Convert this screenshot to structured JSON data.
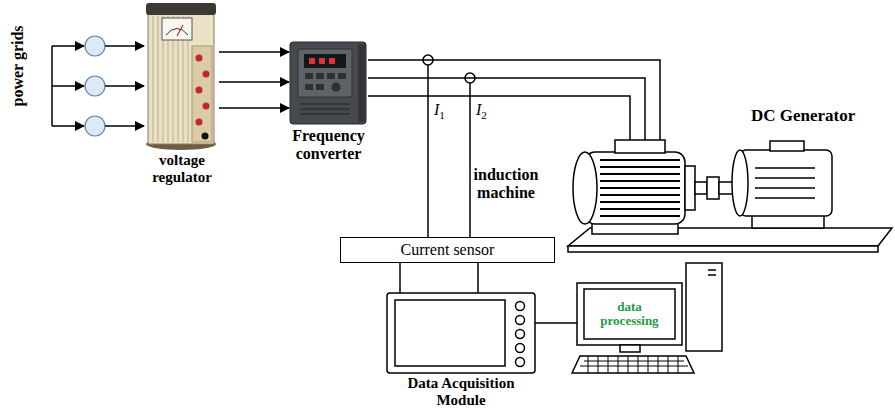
{
  "diagram": {
    "nodes": [
      {
        "text": [
          "voltage regulator"
        ]
      },
      {
        "text": [
          "Frequency converter"
        ]
      },
      {
        "text": [
          "induction machine"
        ]
      },
      {
        "text": [
          "DC Generator"
        ]
      },
      {
        "text": [
          "Current sensor"
        ]
      },
      {
        "text": [
          "Data Acquisition Module"
        ]
      },
      {
        "text": [
          "data processing"
        ]
      }
    ],
    "edges": [
      {
        "from": 0,
        "to": 1,
        "arrow": "to"
      },
      {
        "from": 0,
        "to": 1,
        "arrow": "to"
      },
      {
        "from": 0,
        "to": 1,
        "arrow": "to"
      },
      {
        "from": 1,
        "to": 2,
        "arrow": "none"
      },
      {
        "from": 1,
        "to": 2,
        "arrow": "none"
      },
      {
        "from": 1,
        "to": 2,
        "arrow": "none"
      },
      {
        "from": 4,
        "to": 5,
        "arrow": "none"
      },
      {
        "from": 4,
        "to": 5,
        "arrow": "none"
      },
      {
        "from": 5,
        "to": 6,
        "arrow": "none"
      }
    ],
    "labels": [
      "power grids",
      "I1",
      "I2"
    ]
  }
}
